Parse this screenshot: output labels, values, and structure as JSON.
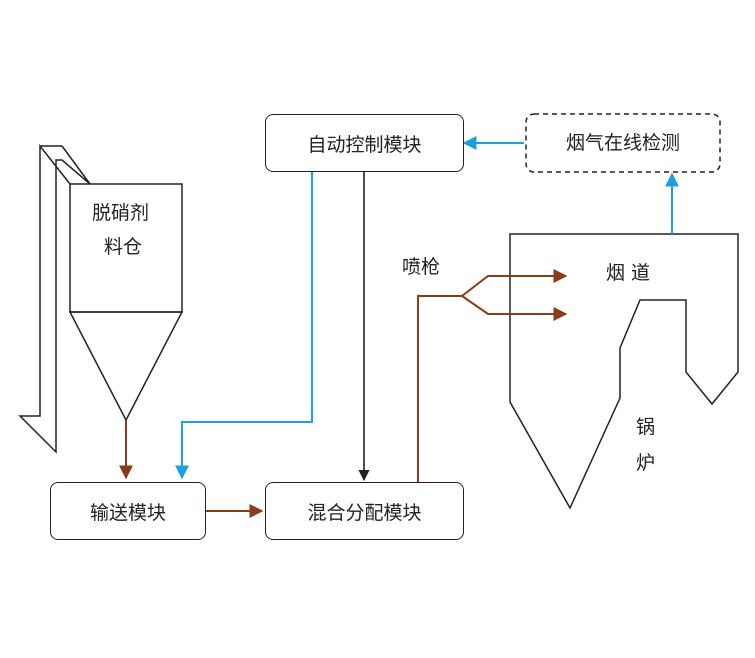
{
  "labels": {
    "control": "自动控制模块",
    "monitor": "烟气在线检测",
    "silo_line1": "脱硝剂",
    "silo_line2": "料仓",
    "convey": "输送模块",
    "mix": "混合分配模块",
    "gun": "喷枪",
    "flue": "烟 道",
    "boiler_line1": "锅",
    "boiler_line2": "炉"
  },
  "colors": {
    "line": "#222222",
    "material": "#8b3a1a",
    "signal": "#1ea0e0"
  }
}
